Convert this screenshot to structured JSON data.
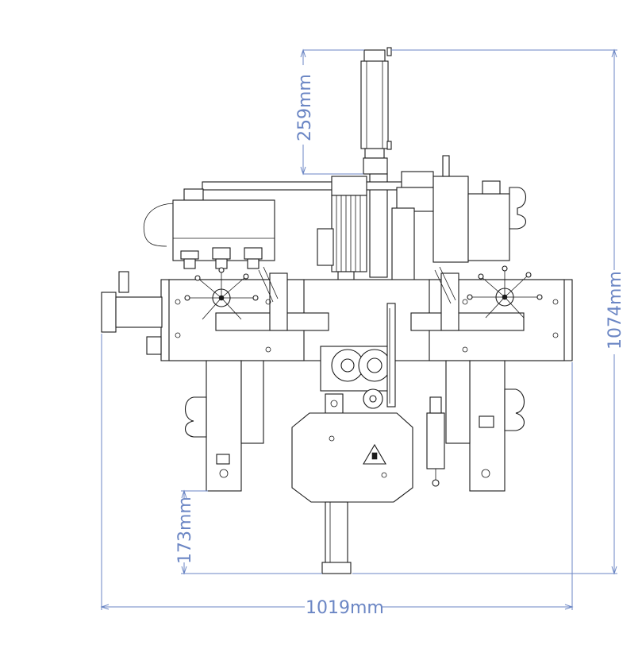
{
  "dimensions": {
    "top_height": "259mm",
    "total_height": "1074mm",
    "bottom_height": "173mm",
    "total_width": "1019mm"
  },
  "colors": {
    "dimension_lines": "#6b86c4",
    "machine_lines": "#1a1a1a"
  }
}
